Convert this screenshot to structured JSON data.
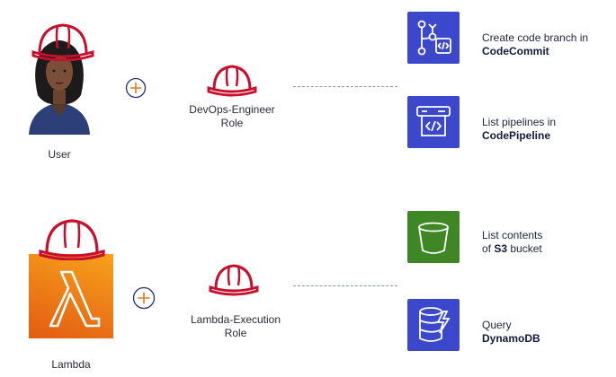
{
  "colors": {
    "hat": "#c8102e",
    "plus_border": "#232f6e",
    "plus_cross": "#e07b1f",
    "codecommit_bg": "#3b48cc",
    "codepipeline_bg": "#3b48cc",
    "s3_bg": "#3f8624",
    "dynamodb_bg": "#3b48cc",
    "lambda_bg_top": "#f7a21b",
    "lambda_bg_bottom": "#e35b12"
  },
  "rows": [
    {
      "actor_label": "User",
      "role_label_line1": "DevOps-Engineer",
      "role_label_line2": "Role",
      "services": [
        {
          "icon": "codecommit-icon",
          "line1": "Create code branch in",
          "bold": "CodeCommit",
          "bold_prefix": ""
        },
        {
          "icon": "codepipeline-icon",
          "line1": "List pipelines in",
          "bold": "CodePipeline",
          "bold_prefix": ""
        }
      ]
    },
    {
      "actor_label": "Lambda",
      "role_label_line1": "Lambda-Execution",
      "role_label_line2": "Role",
      "services": [
        {
          "icon": "s3-bucket-icon",
          "line1": "List contents",
          "bold_prefix": "of ",
          "bold": "S3",
          "bold_suffix": " bucket"
        },
        {
          "icon": "dynamodb-icon",
          "line1": "Query",
          "bold": "DynamoDB",
          "bold_prefix": ""
        }
      ]
    }
  ]
}
